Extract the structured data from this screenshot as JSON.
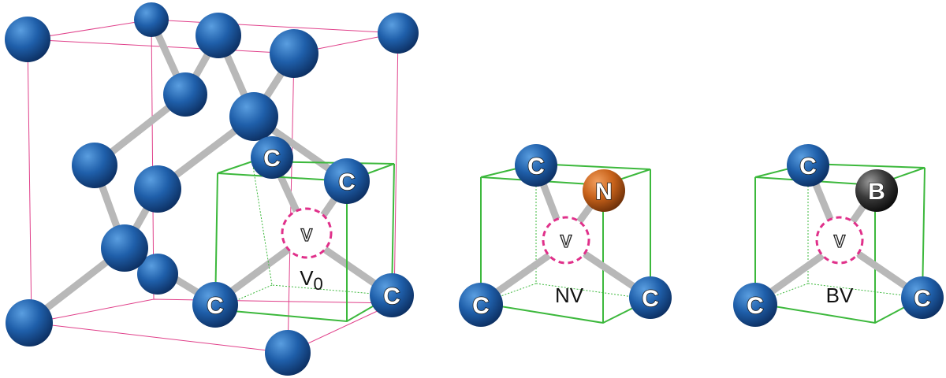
{
  "atom_labels": {
    "carbon": "C",
    "nitrogen": "N",
    "boron": "B",
    "vacancy": "V"
  },
  "panels": [
    {
      "name": "V",
      "subscript": "0"
    },
    {
      "name": "NV"
    },
    {
      "name": "BV"
    }
  ],
  "colors": {
    "carbon": "#1f5faa",
    "nitrogen": "#c8621a",
    "boron": "#3a3a3a",
    "unit_cell": "#e0408a",
    "defect_cell": "#3cb83c",
    "vacancy": "#e0308a"
  }
}
